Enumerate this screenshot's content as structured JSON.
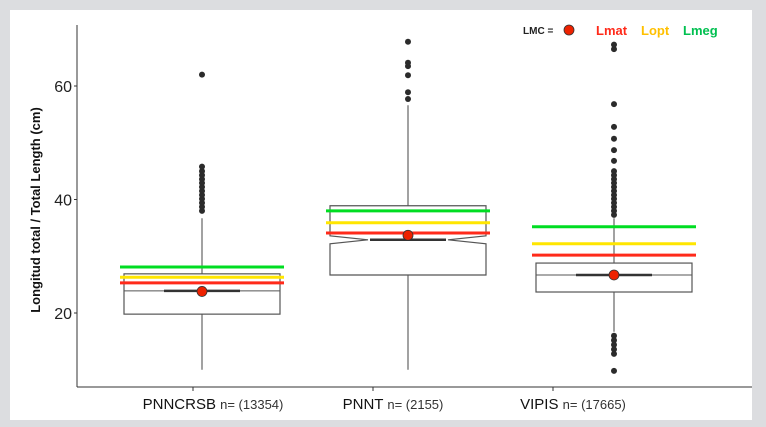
{
  "chart_data": {
    "type": "box",
    "ylabel": "Longitud total / Total Length (cm)",
    "ylim": [
      7,
      70.7
    ],
    "yticks": [
      20,
      40,
      60
    ],
    "categories": [
      "PNNCRSB",
      "PNNT",
      "VIPIS"
    ],
    "n_labels": [
      "n= (13354)",
      "n= (2155)",
      "n= (17665)"
    ],
    "legend": {
      "lmc": "LMC =",
      "lmat": "Lmat",
      "lopt": "Lopt",
      "lmeg": "Lmeg",
      "position": "top-right"
    },
    "colors": {
      "lmc": "#ee2200",
      "lmat": "#ff2a1a",
      "lopt": "#ffe600",
      "lmeg": "#00dd22",
      "lopt_text": "#ffc000",
      "lmeg_text": "#00c050"
    },
    "boxes": [
      {
        "q1": 19.8,
        "median": 23.9,
        "q3": 26.9,
        "whisker_low": 10,
        "whisker_high": 36.7,
        "outliers": [
          38,
          38.7,
          39.4,
          40.1,
          40.8,
          41.5,
          42.2,
          42.9,
          43.6,
          44.3,
          45,
          45.8,
          62
        ],
        "lmc": 23.8,
        "lmat": 25.3,
        "lopt": 26.3,
        "lmeg": 28.1,
        "notch": false
      },
      {
        "q1": 26.7,
        "median": 32.9,
        "q3": 38.9,
        "whisker_low": 10,
        "whisker_high": 56.6,
        "outliers": [
          57.7,
          58.9,
          61.9,
          63.5,
          64.1,
          67.8
        ],
        "lmc": 33.7,
        "lmat": 34.1,
        "lopt": 35.9,
        "lmeg": 38,
        "notch": true
      },
      {
        "q1": 23.7,
        "median": 26.7,
        "q3": 28.8,
        "whisker_low": 16.7,
        "whisker_high": 36.7,
        "outliers": [
          9.8,
          12.8,
          13.6,
          14.4,
          15.2,
          16,
          37.3,
          38,
          38.7,
          39.4,
          40.1,
          40.8,
          41.5,
          42.2,
          42.9,
          43.6,
          44.3,
          45,
          46.8,
          48.7,
          50.7,
          52.8,
          56.8,
          66.5,
          67.3
        ],
        "lmc": 26.7,
        "lmat": 30.2,
        "lopt": 32.2,
        "lmeg": 35.2,
        "notch": false
      }
    ]
  }
}
